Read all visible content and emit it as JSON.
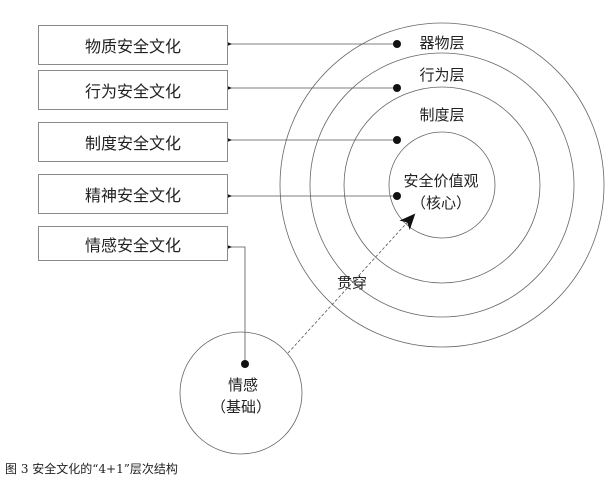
{
  "boxes": [
    "物质安全文化",
    "行为安全文化",
    "制度安全文化",
    "精神安全文化",
    "情感安全文化"
  ],
  "layers": {
    "outer": "器物层",
    "second": "行为层",
    "third": "制度层"
  },
  "core": {
    "line1": "安全价值观",
    "line2": "（核心）"
  },
  "base": {
    "line1": "情感",
    "line2": "（基础）"
  },
  "through_label": "贯穿",
  "caption": "图 3 安全文化的“4+1”层次结构",
  "colors": {
    "line": "#555555",
    "dot": "#111111"
  }
}
